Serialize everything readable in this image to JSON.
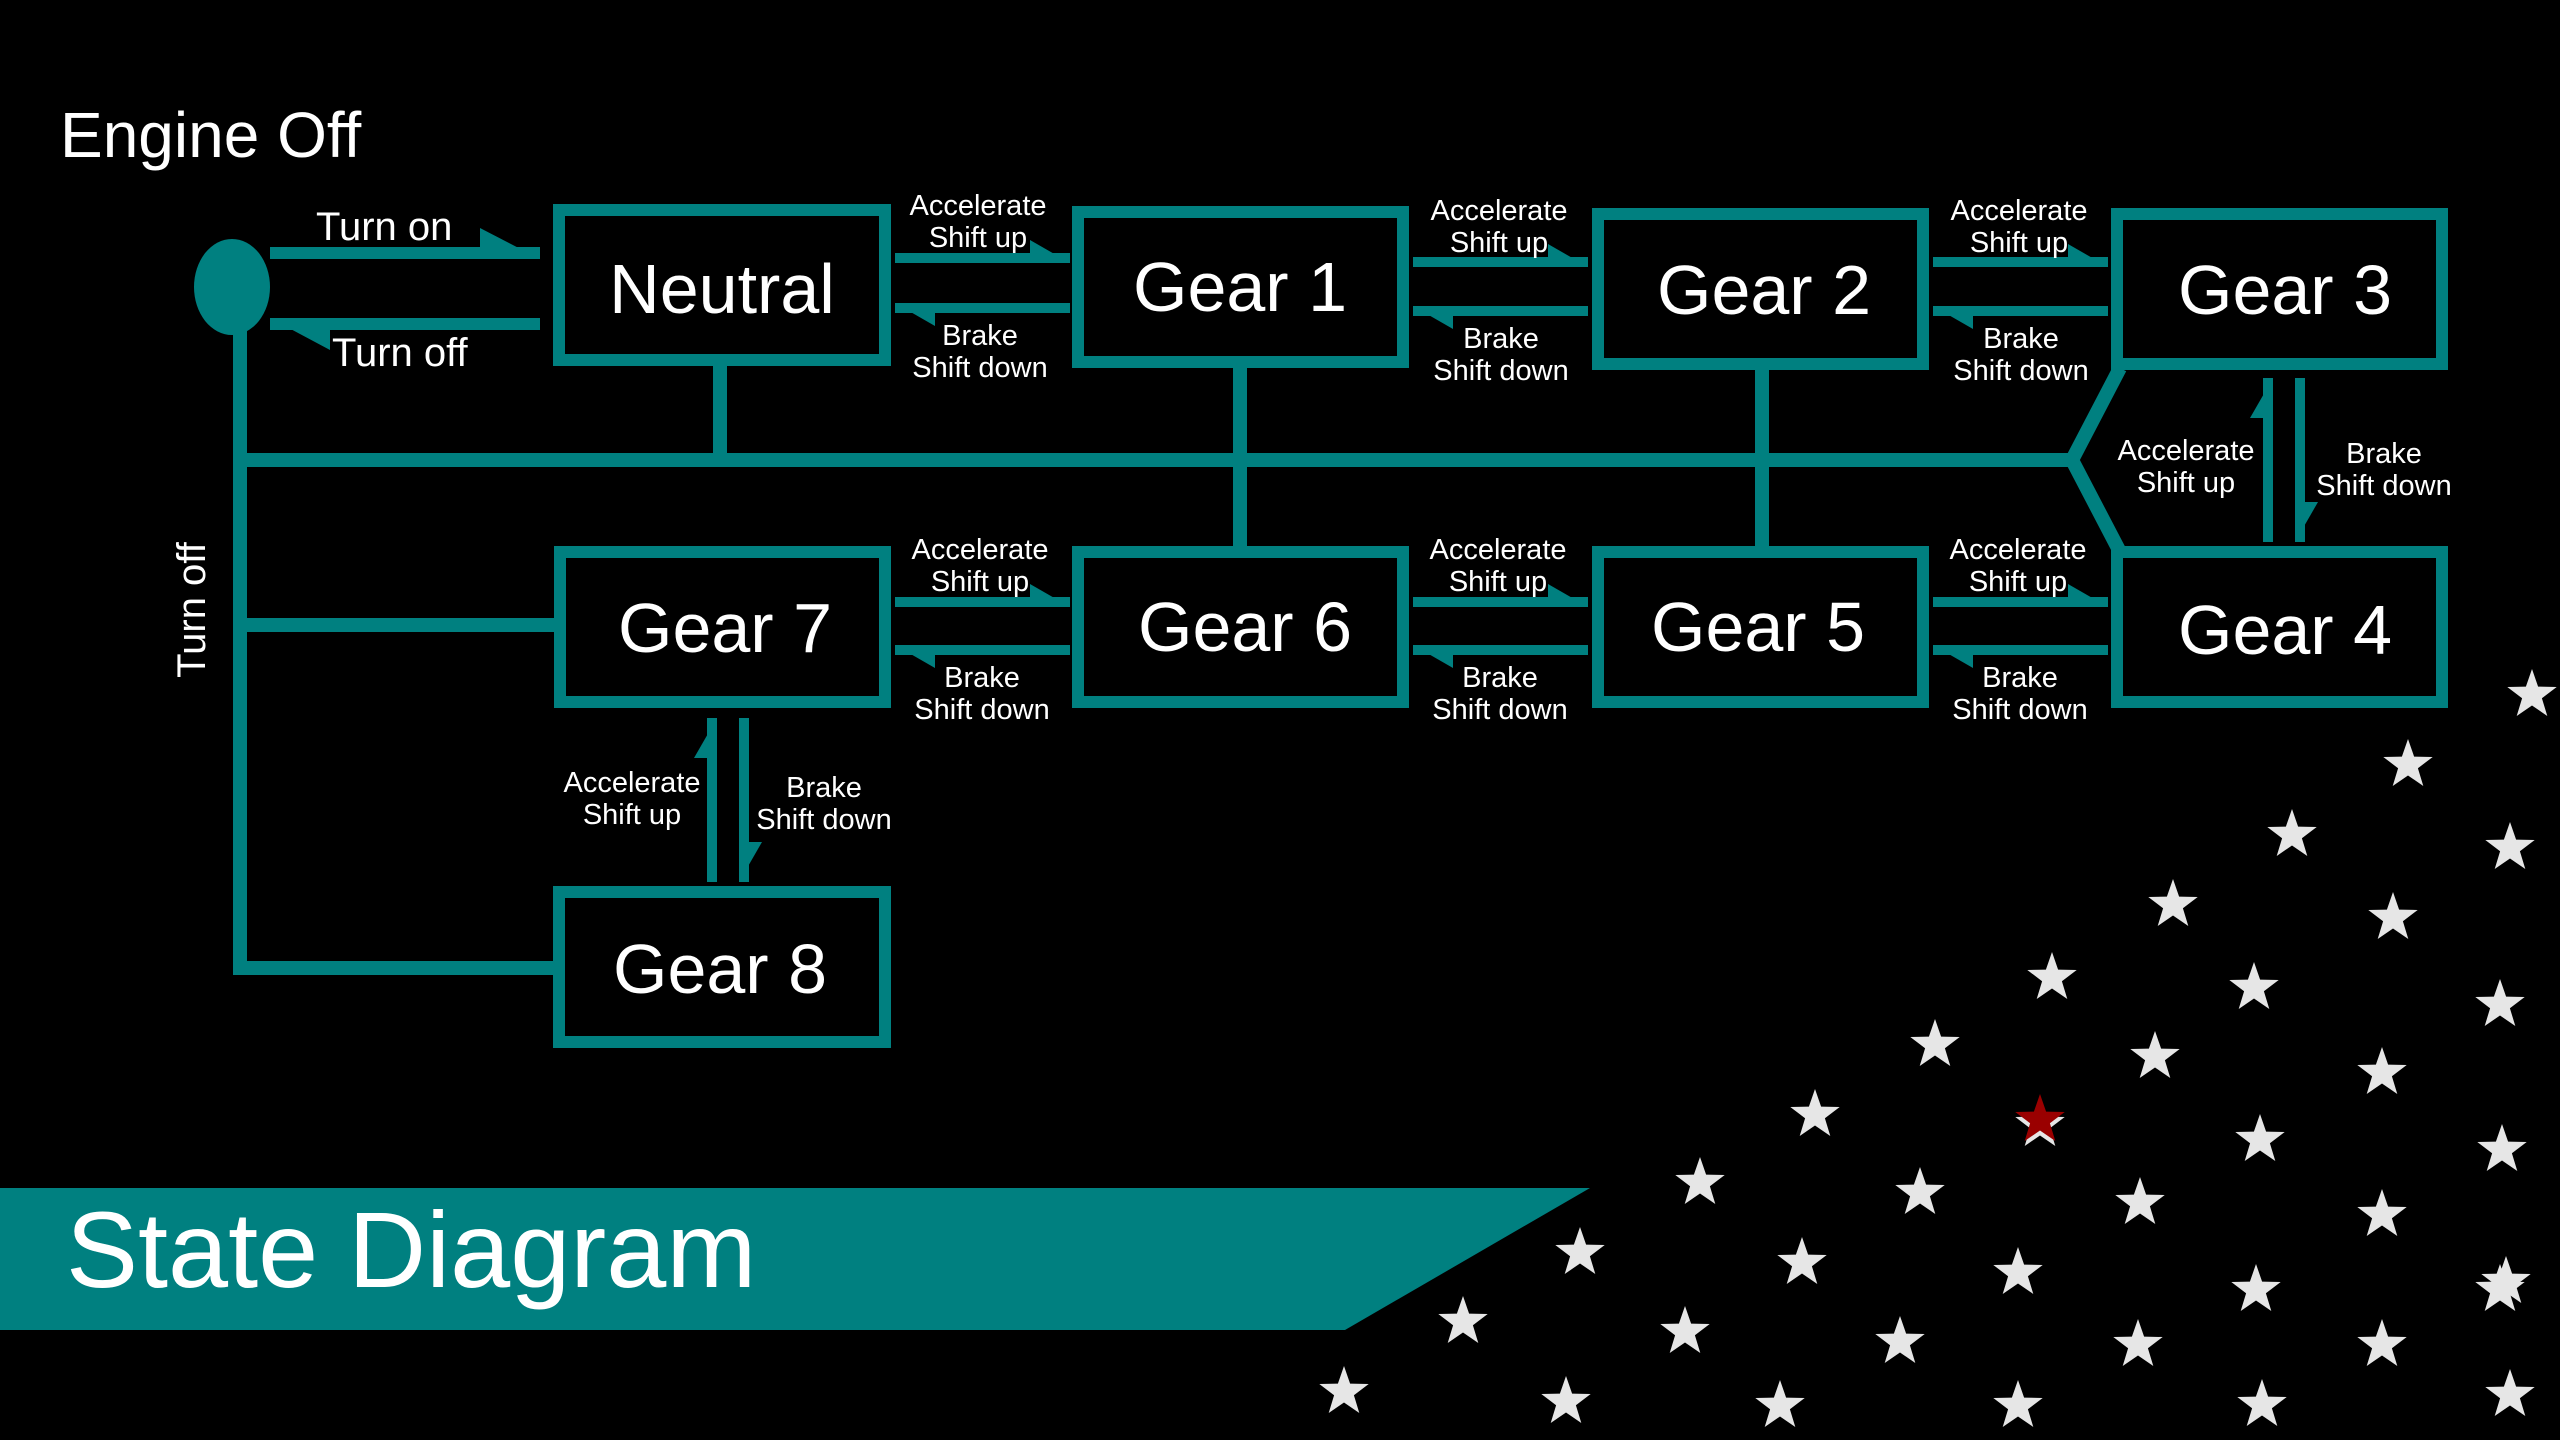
{
  "slide_heading": "Engine Off",
  "slide_title": "State Diagram",
  "start_arrows": {
    "turn_on": "Turn on",
    "turn_off": "Turn off",
    "side_turn_off": "Turn off"
  },
  "transition": {
    "up1": "Accelerate",
    "up2": "Shift up",
    "down1": "Brake",
    "down2": "Shift down"
  },
  "states": {
    "neutral": "Neutral",
    "gear1": "Gear 1",
    "gear2": "Gear 2",
    "gear3": "Gear 3",
    "gear4": "Gear 4",
    "gear5": "Gear 5",
    "gear6": "Gear 6",
    "gear7": "Gear 7",
    "gear8": "Gear 8"
  },
  "colors": {
    "teal": "#008080",
    "background": "#000000",
    "star": "#e6e6e6",
    "accent_star": "#9a0000"
  }
}
